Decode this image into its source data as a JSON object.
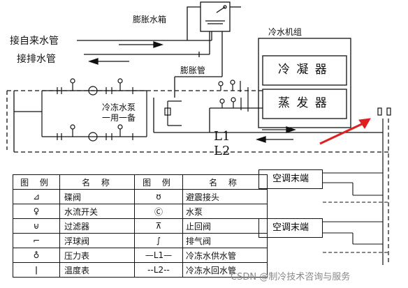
{
  "labels": {
    "expansion_tank": "膨胀水箱",
    "city_water": "接自来水管",
    "drain": "接排水管",
    "expansion_pipe": "膨胀管",
    "chiller_group": "冷水机组",
    "condenser": "冷 凝 器",
    "evaporator": "蒸 发 器",
    "pump_note_1": "冷冻水泵",
    "pump_note_2": "一用一备",
    "L1": "L1",
    "L2": "L2",
    "terminal_1": "空调末端",
    "terminal_2": "空调末端"
  },
  "legend": {
    "headers": [
      "图 例",
      "名 称",
      "图 例",
      "名 称"
    ],
    "rows": [
      {
        "sym1": "⊿",
        "name1": "碟阀",
        "sym2": "ʊ",
        "name2": "避震接头"
      },
      {
        "sym1": "♀",
        "name1": "水流开关",
        "sym2": "Ⓒ",
        "name2": "水泵"
      },
      {
        "sym1": "⊌",
        "name1": "过滤器",
        "sym2": "⊼",
        "name2": "止回阀"
      },
      {
        "sym1": "⌐",
        "name1": "浮球阀",
        "sym2": "∫",
        "name2": "排气阀"
      },
      {
        "sym1": "♁",
        "name1": "压力表",
        "sym2": "—L1—",
        "name2": "冷冻水供水管"
      },
      {
        "sym1": "ǀ",
        "name1": "温度表",
        "sym2": "--L2--",
        "name2": "冷冻水回水管"
      }
    ]
  },
  "watermark": "CSDN @制冷技术咨询与服务",
  "colors": {
    "line": "#111111",
    "pointer": "#e02020"
  }
}
